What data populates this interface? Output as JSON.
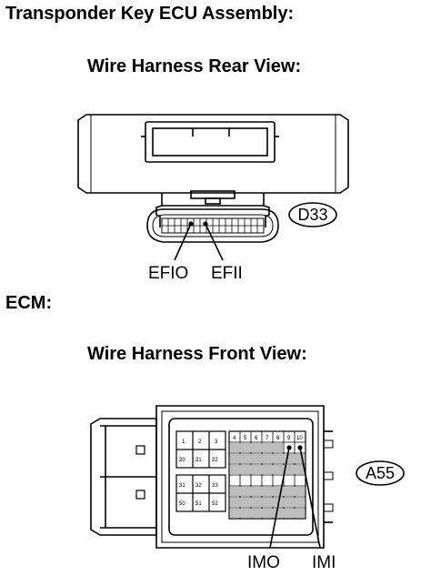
{
  "titles": {
    "assembly": "Transponder Key ECU Assembly:",
    "rear_view": "Wire Harness Rear View:",
    "ecm": "ECM:",
    "front_view": "Wire Harness Front View:"
  },
  "connector_d33": {
    "id": "D33",
    "pins": [
      "EFIO",
      "EFII"
    ]
  },
  "connector_a55": {
    "id": "A55",
    "pins": [
      "IMO",
      "IMI"
    ],
    "cavities_top_left": [
      "1",
      "2",
      "3",
      "20",
      "21",
      "22"
    ],
    "cavities_bottom_left": [
      "31",
      "32",
      "33",
      "50",
      "51",
      "52"
    ],
    "cavities_top_right": [
      "4",
      "5",
      "6",
      "7",
      "8",
      "9",
      "10"
    ]
  }
}
